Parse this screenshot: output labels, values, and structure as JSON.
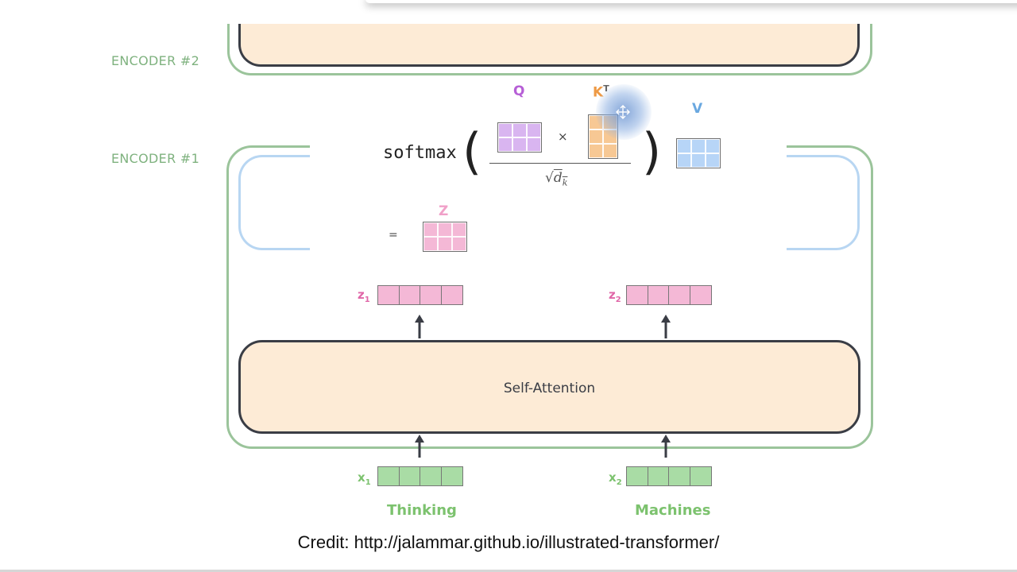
{
  "encoders": {
    "encoder2_label": "ENCODER #2",
    "encoder1_label": "ENCODER #1"
  },
  "formula": {
    "softmax": "softmax",
    "open_paren": "(",
    "close_paren": ")",
    "times": "×",
    "equals": "=",
    "sqrt_symbol": "√",
    "dk_main": "d",
    "dk_sub": "k",
    "q_label": "Q",
    "k_label": "K",
    "k_sup": "T",
    "v_label": "V",
    "z_label": "Z"
  },
  "self_attention": {
    "label": "Self-Attention"
  },
  "vectors": {
    "z1_main": "z",
    "z1_sub": "1",
    "z2_main": "z",
    "z2_sub": "2",
    "x1_main": "x",
    "x1_sub": "1",
    "x2_main": "x",
    "x2_sub": "2"
  },
  "words": {
    "word1": "Thinking",
    "word2": "Machines"
  },
  "credit": "Credit: http://jalammar.github.io/illustrated-transformer/",
  "colors": {
    "encoder_green": "#9bc49b",
    "attention_fill": "#fdebd6",
    "query_purple": "#d9b5f0",
    "key_orange": "#f7c894",
    "value_blue": "#b7d5f7",
    "z_pink": "#f4b8d6",
    "x_green": "#a9dca5"
  }
}
